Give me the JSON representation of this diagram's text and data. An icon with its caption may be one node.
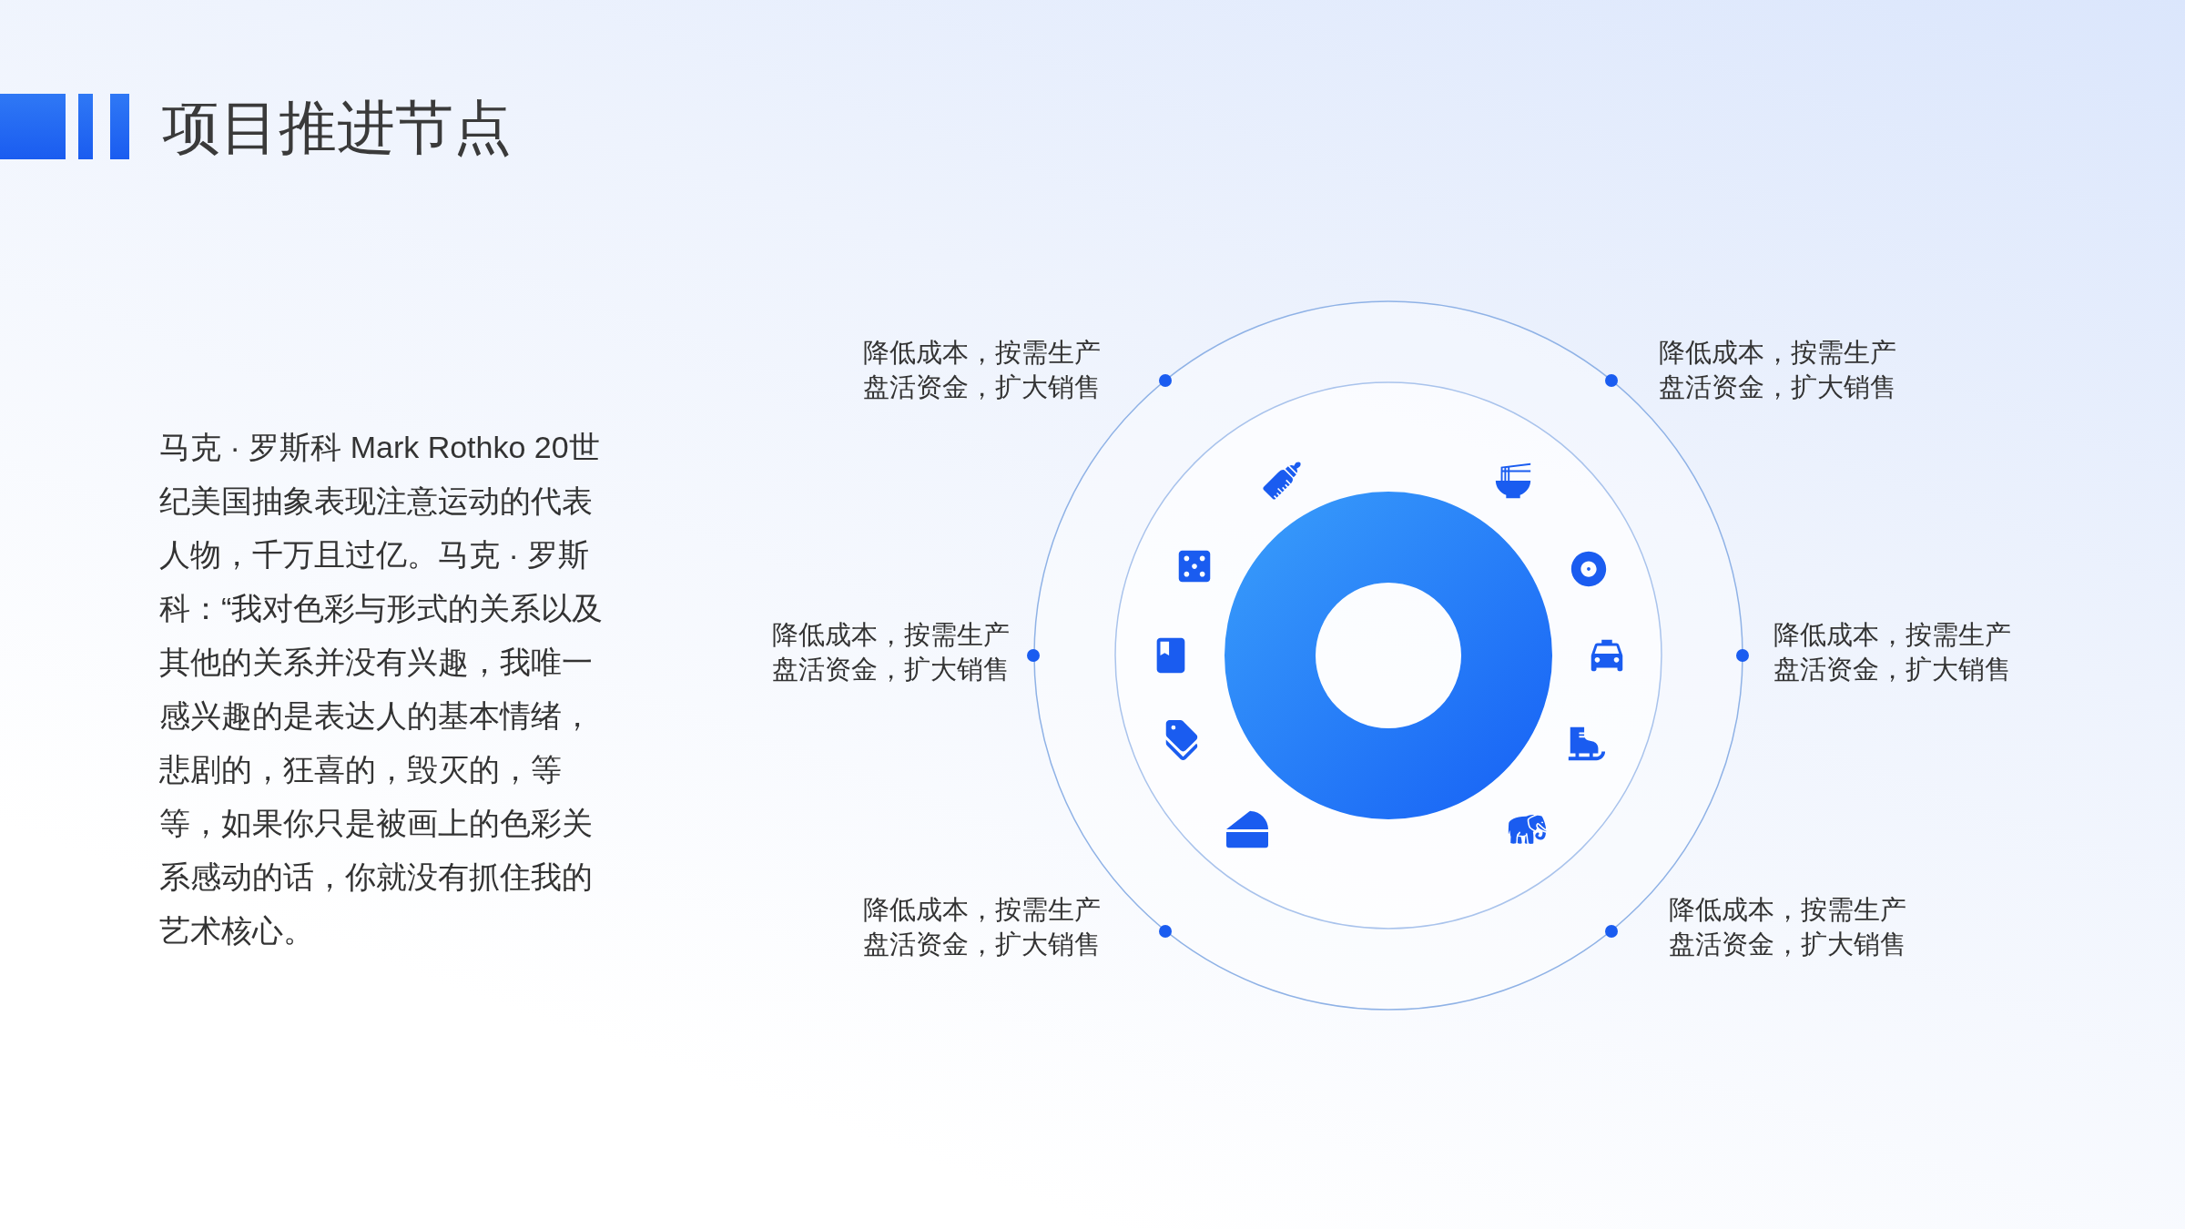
{
  "diagram": {
    "title": "项目推进节点",
    "nodes": [
      {
        "text": [],
        "shape": "ring"
      }
    ],
    "labels": [
      "马克 · 罗斯科 Mark Rothko 20世纪美国抽象表现注意运动的代表人物，千万且过亿。马克 · 罗斯科：“我对色彩与形式的关系以及其他的关系并没有兴趣，我唯一感兴趣的是表达人的基本情绪，悲剧的，狂喜的，毁灭的，等等，如果你只是被画上的色彩关系感动的话，你就没有抓住我的艺术核心。",
      "降低成本，按需生产",
      "盘活资金，扩大销售",
      "降低成本，按需生产",
      "盘活资金，扩大销售",
      "降低成本，按需生产",
      "盘活资金，扩大销售",
      "降低成本，按需生产",
      "盘活资金，扩大销售",
      "降低成本，按需生产",
      "盘活资金，扩大销售",
      "降低成本，按需生产",
      "盘活资金，扩大销售"
    ]
  }
}
